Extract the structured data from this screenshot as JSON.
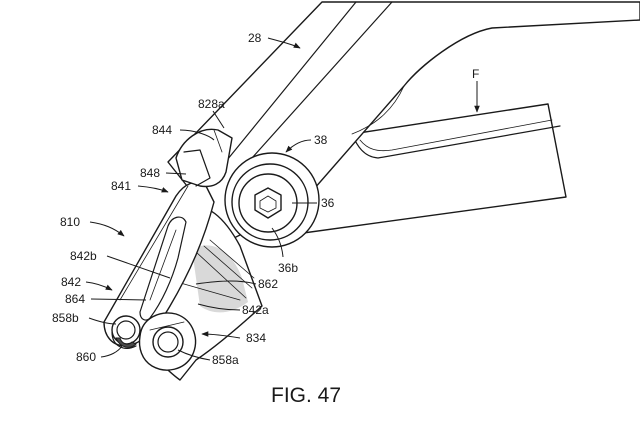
{
  "figure": {
    "caption": "FIG. 47",
    "labels": {
      "l28": "28",
      "lF": "F",
      "l828a": "828a",
      "l844": "844",
      "l38": "38",
      "l848": "848",
      "l841": "841",
      "l36": "36",
      "l810": "810",
      "l842b": "842b",
      "l36b": "36b",
      "l842": "842",
      "l862": "862",
      "l864": "864",
      "l842a": "842a",
      "l858b": "858b",
      "l834": "834",
      "l860": "860",
      "l858a": "858a"
    }
  }
}
